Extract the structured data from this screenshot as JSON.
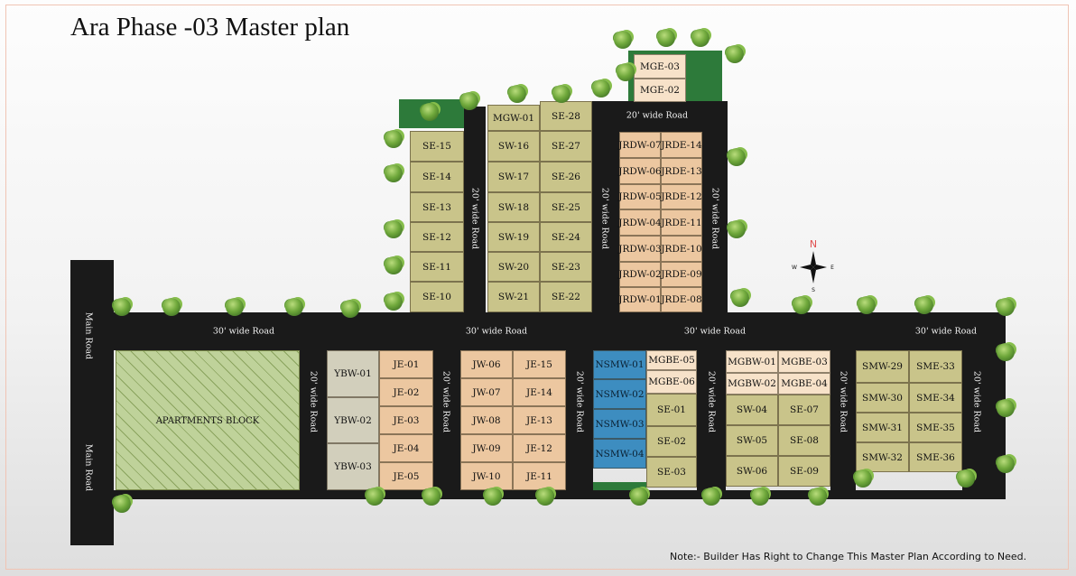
{
  "title": "Ara Phase -03 Master plan",
  "note": "Note:- Builder Has Right to Change This Master Plan According to Need.",
  "apartments_label": "APARTMENTS BLOCK",
  "compass": {
    "n": "N",
    "s": "S",
    "e": "E",
    "w": "W"
  },
  "roads": {
    "main_road": "Main Road",
    "road_30": "30' wide Road",
    "road_20": "20' wide Road"
  },
  "plots": {
    "mge": [
      "MGE-03",
      "MGE-02"
    ],
    "mgw": "MGW-01",
    "se_north": [
      "SE-15",
      "SE-14",
      "SE-13",
      "SE-12",
      "SE-11",
      "SE-10"
    ],
    "sw_north": [
      "SW-16",
      "SW-17",
      "SW-18",
      "SW-19",
      "SW-20",
      "SW-21"
    ],
    "se_north_b": [
      "SE-28",
      "SE-27",
      "SE-26",
      "SE-25",
      "SE-24",
      "SE-23",
      "SE-22"
    ],
    "jrdw": [
      "JRDW-07",
      "JRDW-06",
      "JRDW-05",
      "JRDW-04",
      "JRDW-03",
      "JRDW-02",
      "JRDW-01"
    ],
    "jrde": [
      "JRDE-14",
      "JRDE-13",
      "JRDE-12",
      "JRDE-11",
      "JRDE-10",
      "JRDE-09",
      "JRDE-08"
    ],
    "ybw": [
      "YBW-01",
      "YBW-02",
      "YBW-03"
    ],
    "je_a": [
      "JE-01",
      "JE-02",
      "JE-03",
      "JE-04",
      "JE-05"
    ],
    "jw": [
      "JW-06",
      "JW-07",
      "JW-08",
      "JW-09",
      "JW-10"
    ],
    "je_b": [
      "JE-15",
      "JE-14",
      "JE-13",
      "JE-12",
      "JE-11"
    ],
    "nsmw": [
      "NSMW-01",
      "NSMW-02",
      "NSMW-03",
      "NSMW-04"
    ],
    "mgbe_a": [
      "MGBE-05",
      "MGBE-06"
    ],
    "se_south": [
      "SE-01",
      "SE-02",
      "SE-03"
    ],
    "mgbw": [
      "MGBW-01",
      "MGBW-02"
    ],
    "mgbe_b": [
      "MGBE-03",
      "MGBE-04"
    ],
    "sw_south": [
      "SW-04",
      "SW-05",
      "SW-06"
    ],
    "se_south_b": [
      "SE-07",
      "SE-08",
      "SE-09"
    ],
    "smw": [
      "SMW-29",
      "SMW-30",
      "SMW-31",
      "SMW-32"
    ],
    "sme": [
      "SME-33",
      "SME-34",
      "SME-35",
      "SME-36"
    ]
  },
  "colors": {
    "road": "#1a1a1a",
    "plot_olive": "#c9c48a",
    "plot_peach": "#ecc7a0",
    "plot_cream": "#f7e2c9",
    "plot_gray": "#d2cfbc",
    "plot_blue": "#3d8dc0",
    "grass": "#2d7a3a"
  }
}
